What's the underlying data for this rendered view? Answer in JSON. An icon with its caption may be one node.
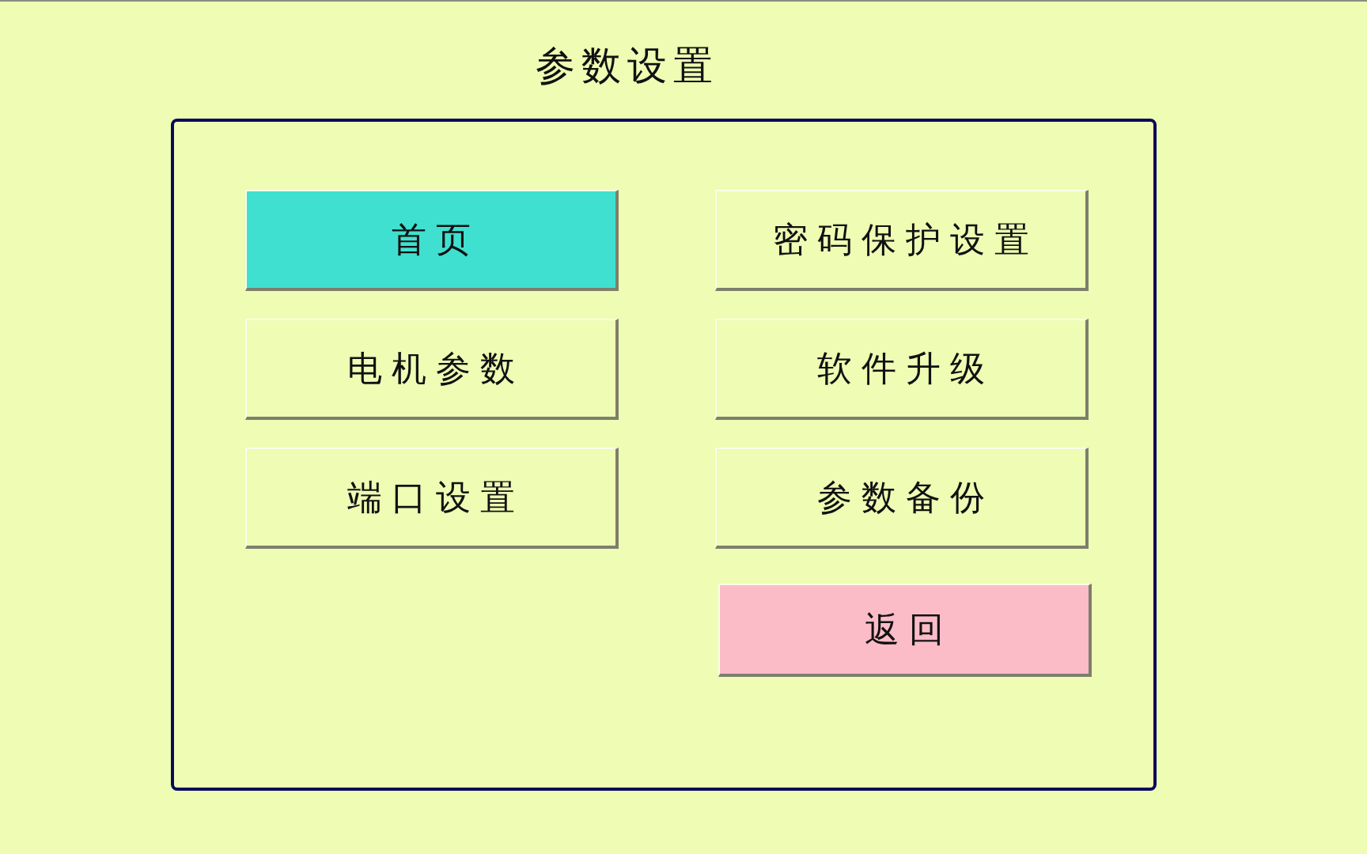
{
  "diagram": {
    "title": "参数设置",
    "nodes": [
      {
        "text": [],
        "shape": "box"
      },
      {
        "text": [
          "首页"
        ],
        "in": 0
      },
      {
        "text": [
          "密码保护设置"
        ],
        "in": 0
      },
      {
        "text": [
          "电机参数"
        ],
        "in": 0
      },
      {
        "text": [
          "软件升级"
        ],
        "in": 0
      },
      {
        "text": [
          "端口设置"
        ],
        "in": 0
      },
      {
        "text": [
          "参数备份"
        ],
        "in": 0
      },
      {
        "text": [
          "返回"
        ],
        "in": 0
      }
    ]
  }
}
